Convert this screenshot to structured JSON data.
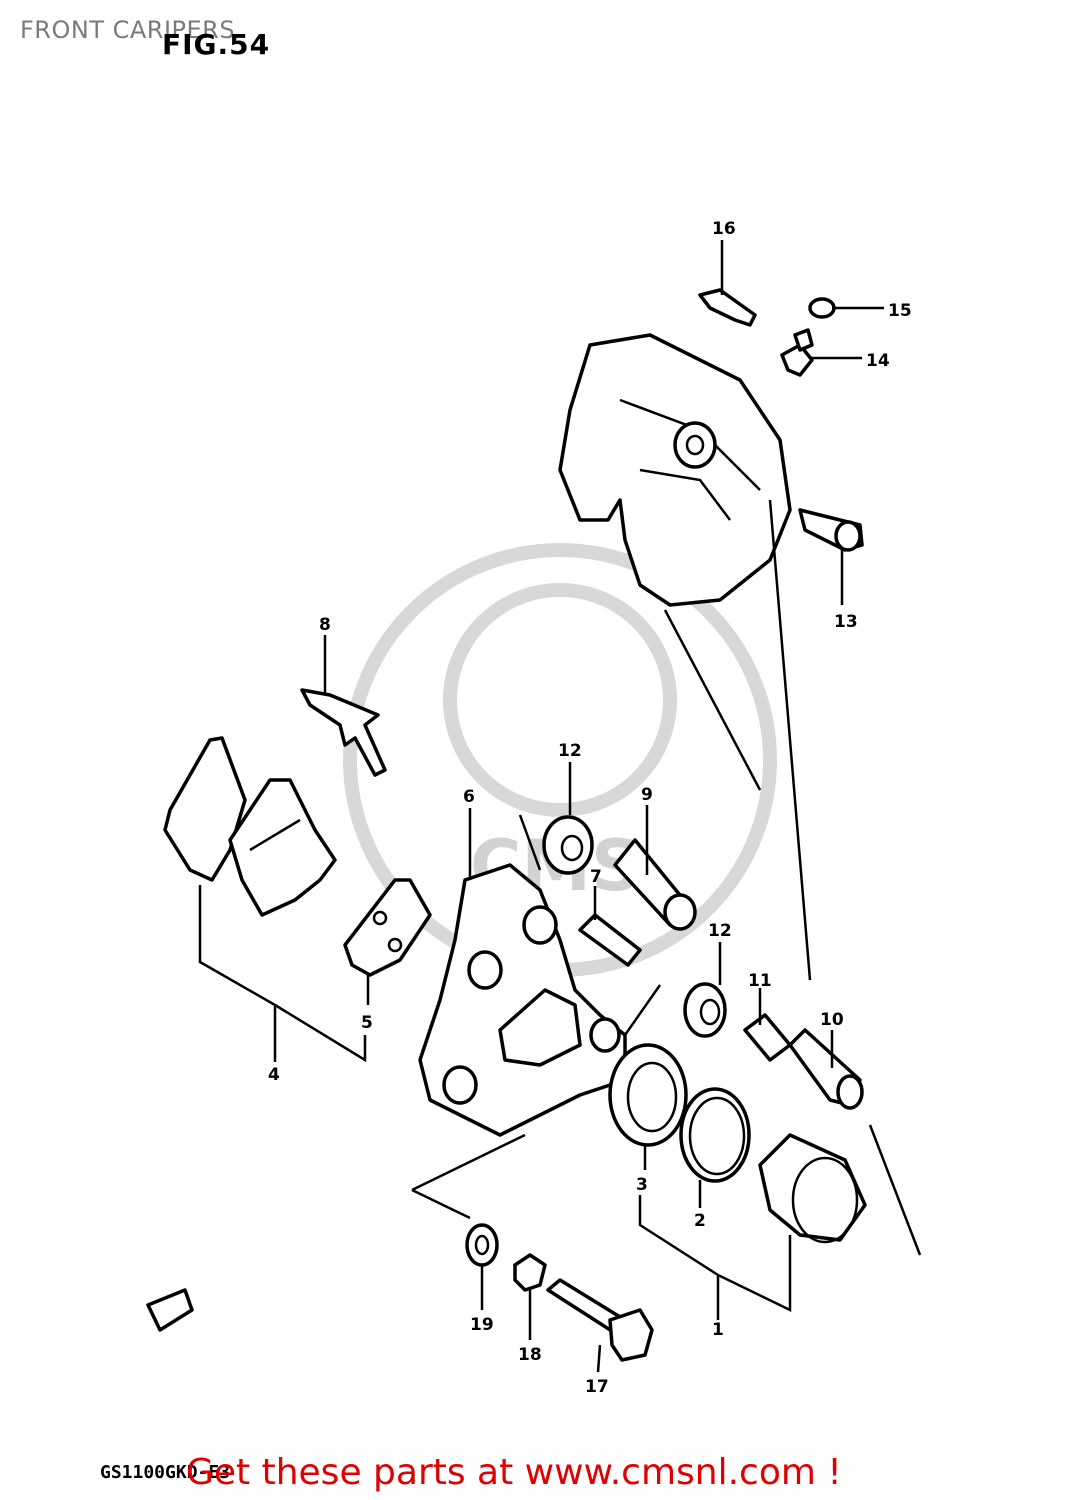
{
  "header": {
    "title": "FRONT CARIPERS",
    "figure": "FIG.54"
  },
  "callouts": {
    "c1": "1",
    "c2": "2",
    "c3": "3",
    "c4": "4",
    "c5": "5",
    "c6": "6",
    "c7": "7",
    "c8": "8",
    "c9": "9",
    "c10": "10",
    "c11": "11",
    "c12a": "12",
    "c12b": "12",
    "c13": "13",
    "c14": "14",
    "c15": "15",
    "c16": "16",
    "c17": "17",
    "c18": "18",
    "c19": "19"
  },
  "footer": {
    "code": "GS1100GKD-E3",
    "promo": "Get these parts at www.cmsnl.com !",
    "promo_color": "#e00000"
  },
  "watermark": {
    "text": "CMS",
    "color": "#d2d2d2"
  }
}
